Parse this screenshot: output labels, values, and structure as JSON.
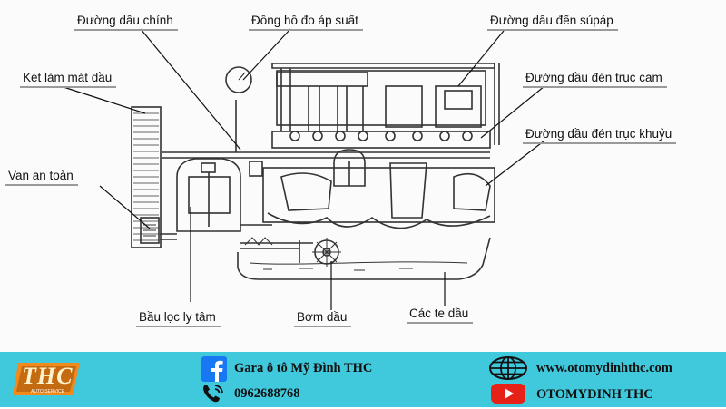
{
  "labels": {
    "main_oil_line": "Đường dầu chính",
    "pressure_gauge": "Đồng hồ đo áp suất",
    "valve_oil_line": "Đường dầu đến súpáp",
    "oil_cooler": "Két làm mát dầu",
    "camshaft_oil_line": "Đường dầu đén trục cam",
    "crankshaft_oil_line": "Đường dầu đén trục khuỷu",
    "safety_valve": "Van an toàn",
    "centrifugal_filter": "Bầu lọc ly tâm",
    "oil_pump": "Bơm dầu",
    "oil_pan": "Các te dầu"
  },
  "footer": {
    "logo_text": "THC",
    "logo_subtext": "AUTO SERVICE",
    "facebook_name": "Gara ô tô Mỹ Đình THC",
    "phone": "0962688768",
    "website": "www.otomydinhthc.com",
    "youtube_channel": "OTOMYDINH THC",
    "colors": {
      "bar": "#40c8dc",
      "facebook": "#1877f2",
      "youtube": "#e62117",
      "logo": "#f08a1c"
    },
    "icons": [
      "facebook-icon",
      "phone-icon",
      "globe-icon",
      "youtube-icon"
    ]
  }
}
